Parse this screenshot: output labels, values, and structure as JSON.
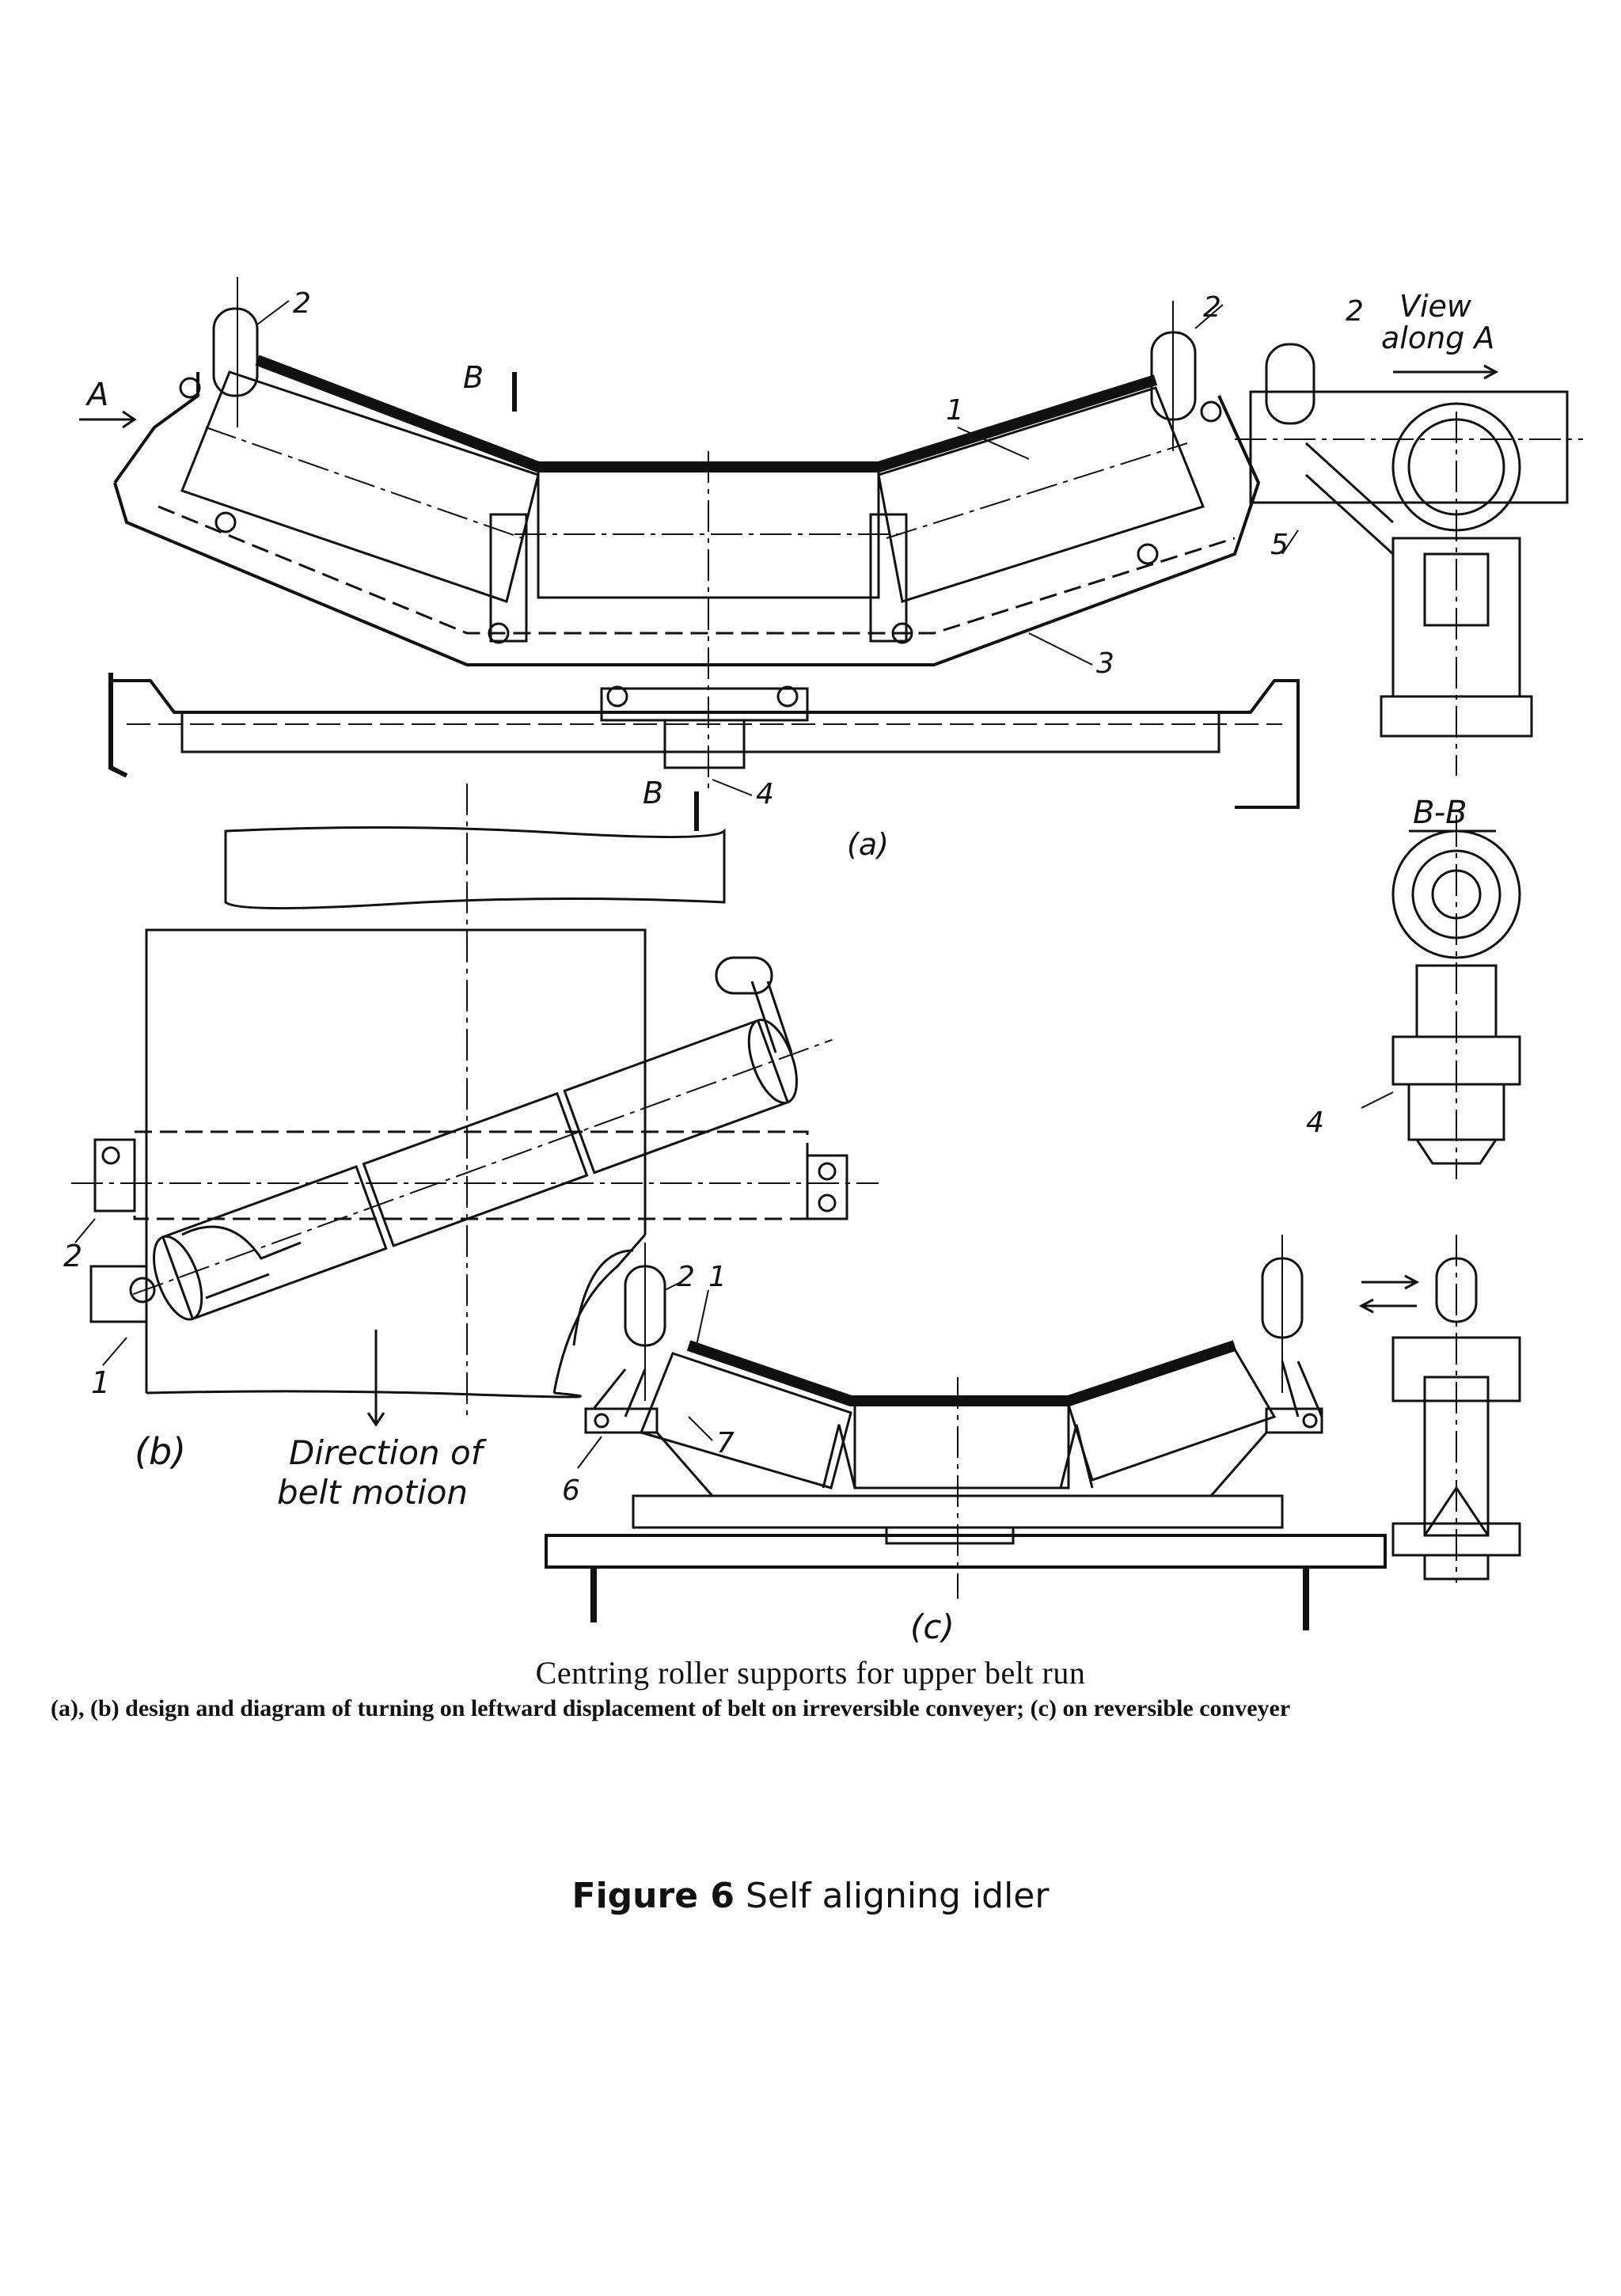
{
  "labels": {
    "a_label": "(a)",
    "b_label": "(b)",
    "c_label": "(c)",
    "view_label_1": "View",
    "view_label_2": "along A",
    "section_bb": "B-B",
    "arrow_a": "A",
    "section_b_top": "B",
    "section_b_bottom": "B",
    "direction_1": "Direction of",
    "direction_2": "belt motion",
    "num_1": "1",
    "num_2": "2",
    "num_3": "3",
    "num_4": "4",
    "num_5": "5",
    "num_6": "6",
    "num_7": "7"
  },
  "caption": {
    "title": "Centring roller supports for upper belt run",
    "subtitle": "(a), (b) design and diagram of turning on leftward displacement of belt on irreversible conveyer; (c) on reversible conveyer",
    "figure_bold": "Figure 6",
    "figure_text": " Self aligning idler"
  }
}
